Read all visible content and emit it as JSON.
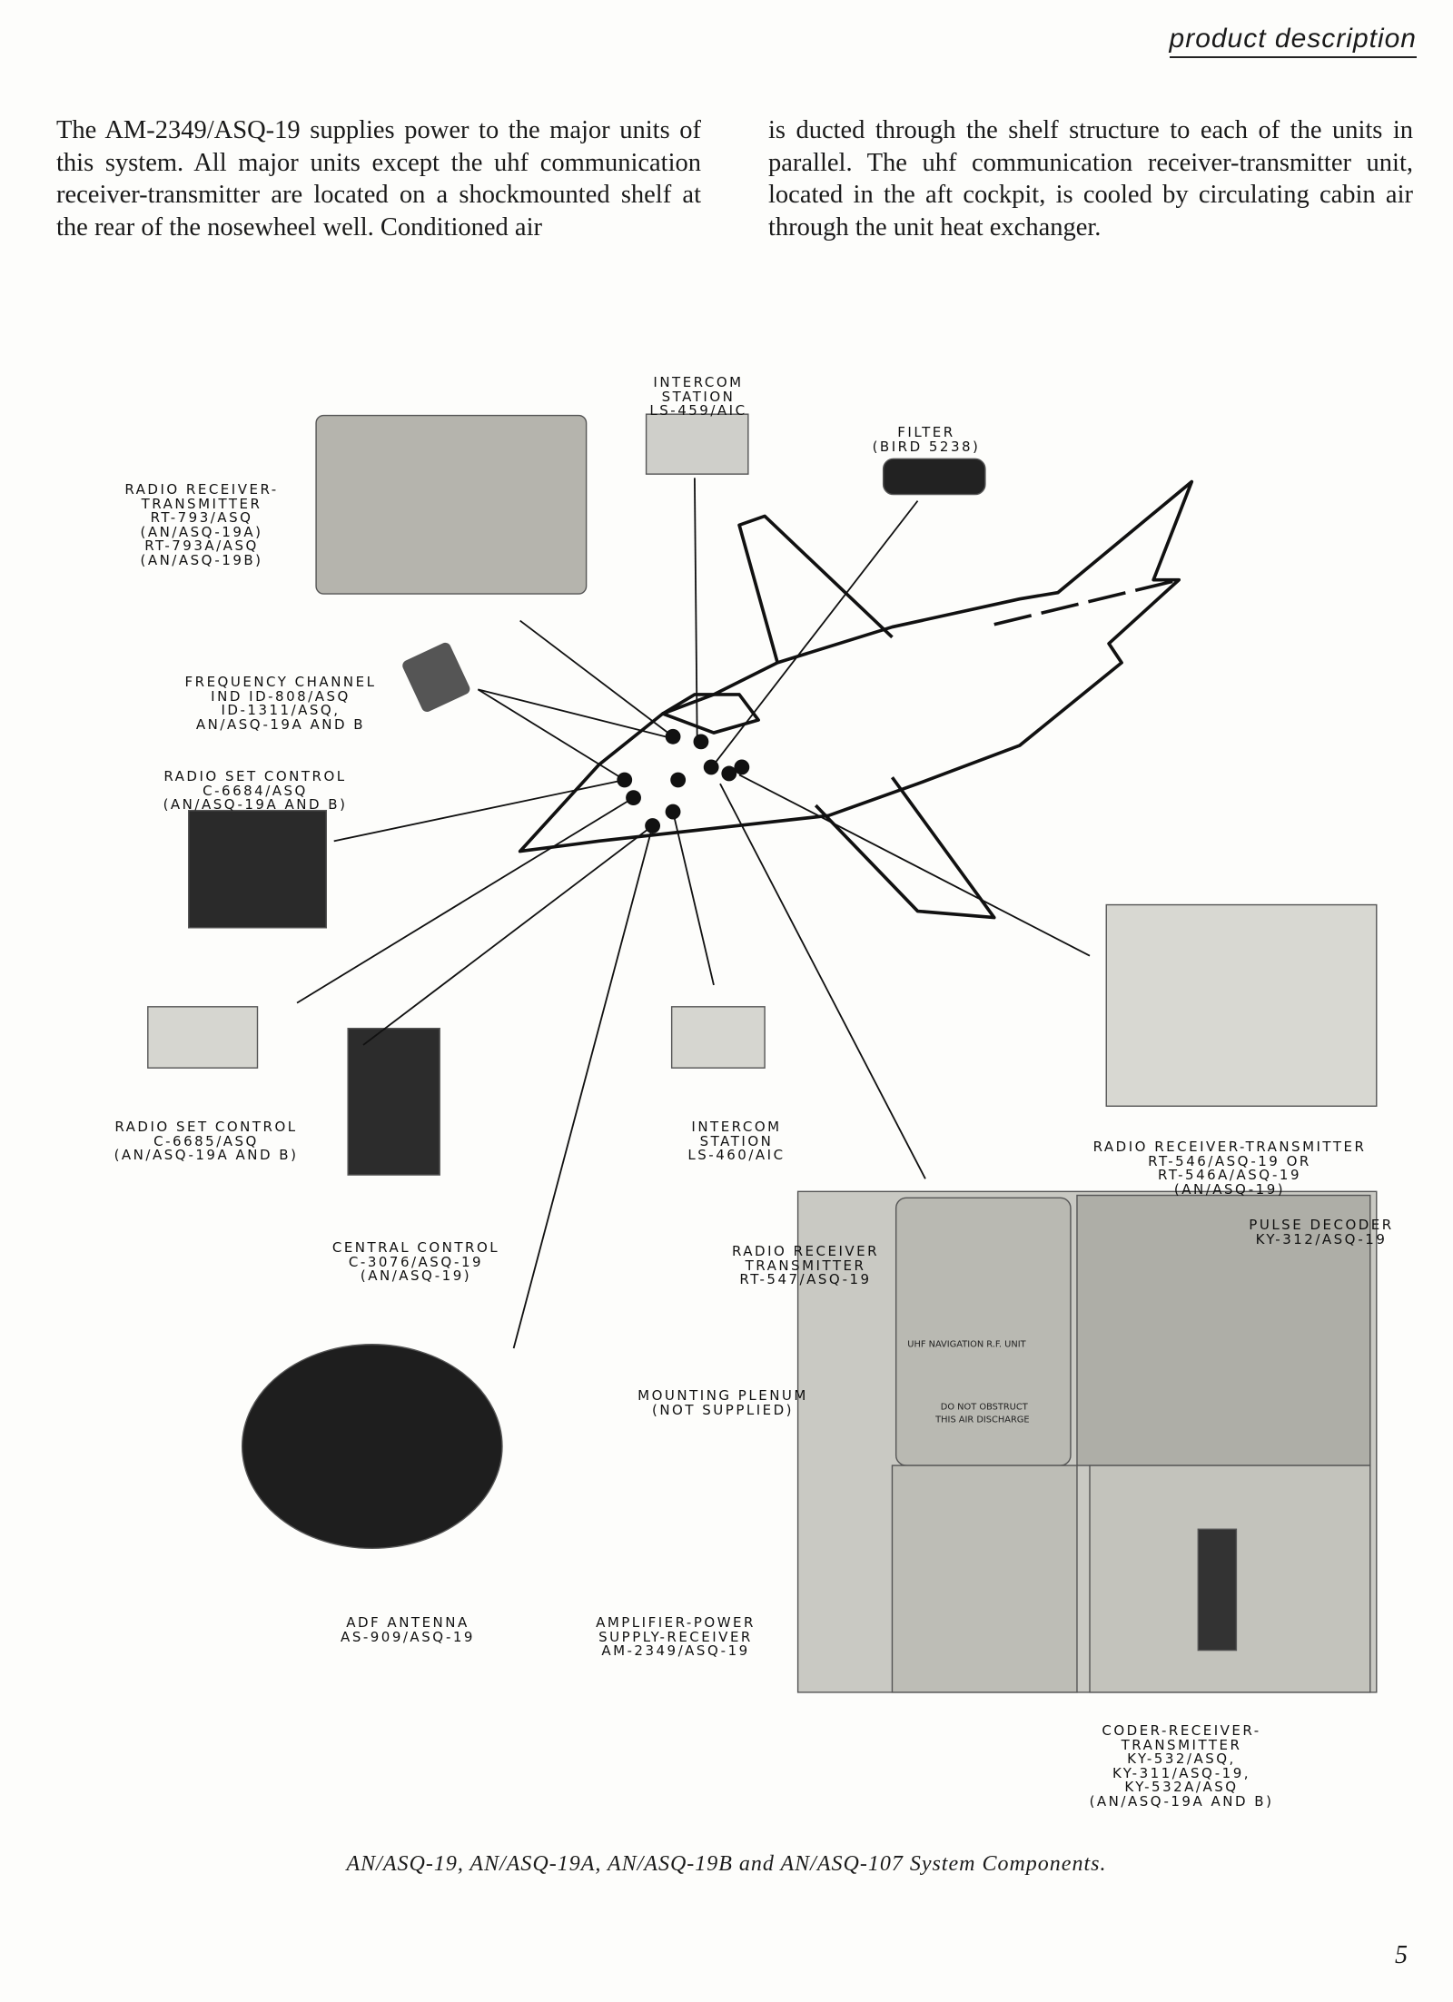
{
  "header": {
    "section": "product description"
  },
  "body": {
    "left_column": "The AM-2349/ASQ-19 supplies power to the major units of this system. All major units except the uhf communication receiver-transmitter are located on a shockmounted shelf at the rear of the nosewheel well. Conditioned air",
    "right_column": "is ducted through the shelf structure to each of the units in parallel. The uhf communication receiver-transmitter unit, located in the aft cockpit, is cooled by circulating cabin air through the unit heat exchanger."
  },
  "labels": {
    "intercom_459": [
      "INTERCOM",
      "STATION",
      "LS-459/AIC"
    ],
    "filter": [
      "FILTER",
      "(BIRD 5238)"
    ],
    "rt_793": [
      "RADIO RECEIVER-",
      "TRANSMITTER",
      "RT-793/ASQ",
      "(AN/ASQ-19A)",
      "RT-793A/ASQ",
      "(AN/ASQ-19B)"
    ],
    "freq_channel": [
      "FREQUENCY CHANNEL",
      "IND ID-808/ASQ",
      "ID-1311/ASQ,",
      "AN/ASQ-19A AND B"
    ],
    "c_6684": [
      "RADIO SET CONTROL",
      "C-6684/ASQ",
      "(AN/ASQ-19A AND B)"
    ],
    "c_6685": [
      "RADIO SET CONTROL",
      "C-6685/ASQ",
      "(AN/ASQ-19A AND B)"
    ],
    "intercom_460": [
      "INTERCOM",
      "STATION",
      "LS-460/AIC"
    ],
    "rt_546": [
      "RADIO RECEIVER-TRANSMITTER",
      "RT-546/ASQ-19 OR",
      "RT-546A/ASQ-19",
      "(AN/ASQ-19)"
    ],
    "pulse_decoder": [
      "PULSE DECODER",
      "KY-312/ASQ-19"
    ],
    "central_control": [
      "CENTRAL CONTROL",
      "C-3076/ASQ-19",
      "(AN/ASQ-19)"
    ],
    "rt_547": [
      "RADIO RECEIVER",
      "TRANSMITTER",
      "RT-547/ASQ-19"
    ],
    "plenum": [
      "MOUNTING PLENUM",
      "(NOT SUPPLIED)"
    ],
    "adf": [
      "ADF ANTENNA",
      "AS-909/ASQ-19"
    ],
    "amp_power": [
      "AMPLIFIER-POWER",
      "SUPPLY-RECEIVER",
      "AM-2349/ASQ-19"
    ],
    "coder": [
      "CODER-RECEIVER-",
      "TRANSMITTER",
      "KY-532/ASQ,",
      "KY-311/ASQ-19,",
      "KY-532A/ASQ",
      "(AN/ASQ-19A AND B)"
    ]
  },
  "unit_plates": {
    "uhf_nav": "UHF NAVIGATION R.F. UNIT",
    "do_not_obstruct": "DO NOT OBSTRUCT",
    "air_discharge": "THIS AIR DISCHARGE"
  },
  "caption": "AN/ASQ-19, AN/ASQ-19A, AN/ASQ-19B and AN/ASQ-107 System Components.",
  "page_number": "5"
}
